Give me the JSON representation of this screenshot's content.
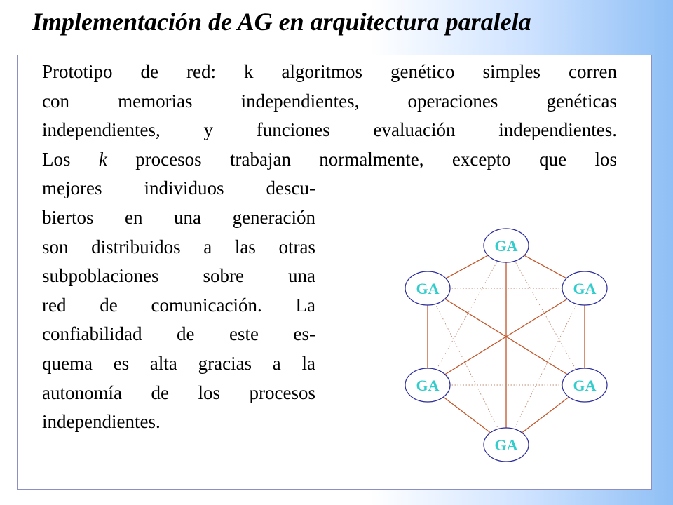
{
  "slide": {
    "title": "Implementación de AG en arquitectura paralela"
  },
  "paragraph": {
    "lines": [
      {
        "text": "Prototipo de red: k algoritmos genético simples corren"
      },
      {
        "text": "con  memorias independientes, operaciones genéticas"
      },
      {
        "text": "independientes, y funciones evaluación independientes."
      },
      {
        "pre": "Los ",
        "em": "k",
        "post": " procesos trabajan normalmente, excepto que los"
      },
      {
        "text": "mejores individuos descu-"
      },
      {
        "text": "biertos en una generación"
      },
      {
        "text": "son distribuidos a las otras"
      },
      {
        "text": "subpoblaciones sobre una"
      },
      {
        "text": "red de comunicación.  La"
      },
      {
        "text": "confiabilidad de este es-"
      },
      {
        "text": "quema es alta gracias a la"
      },
      {
        "text": "autonomía de los procesos"
      },
      {
        "text": "independientes."
      }
    ]
  },
  "diagram": {
    "node_label": "GA",
    "node_count": 6,
    "colors": {
      "node_text": "#33cccc",
      "node_fill": "#ffffff",
      "node_stroke": "#2b2b9a",
      "solid_edge": "#c0562a",
      "dotted_edge": "#c08a70"
    }
  }
}
